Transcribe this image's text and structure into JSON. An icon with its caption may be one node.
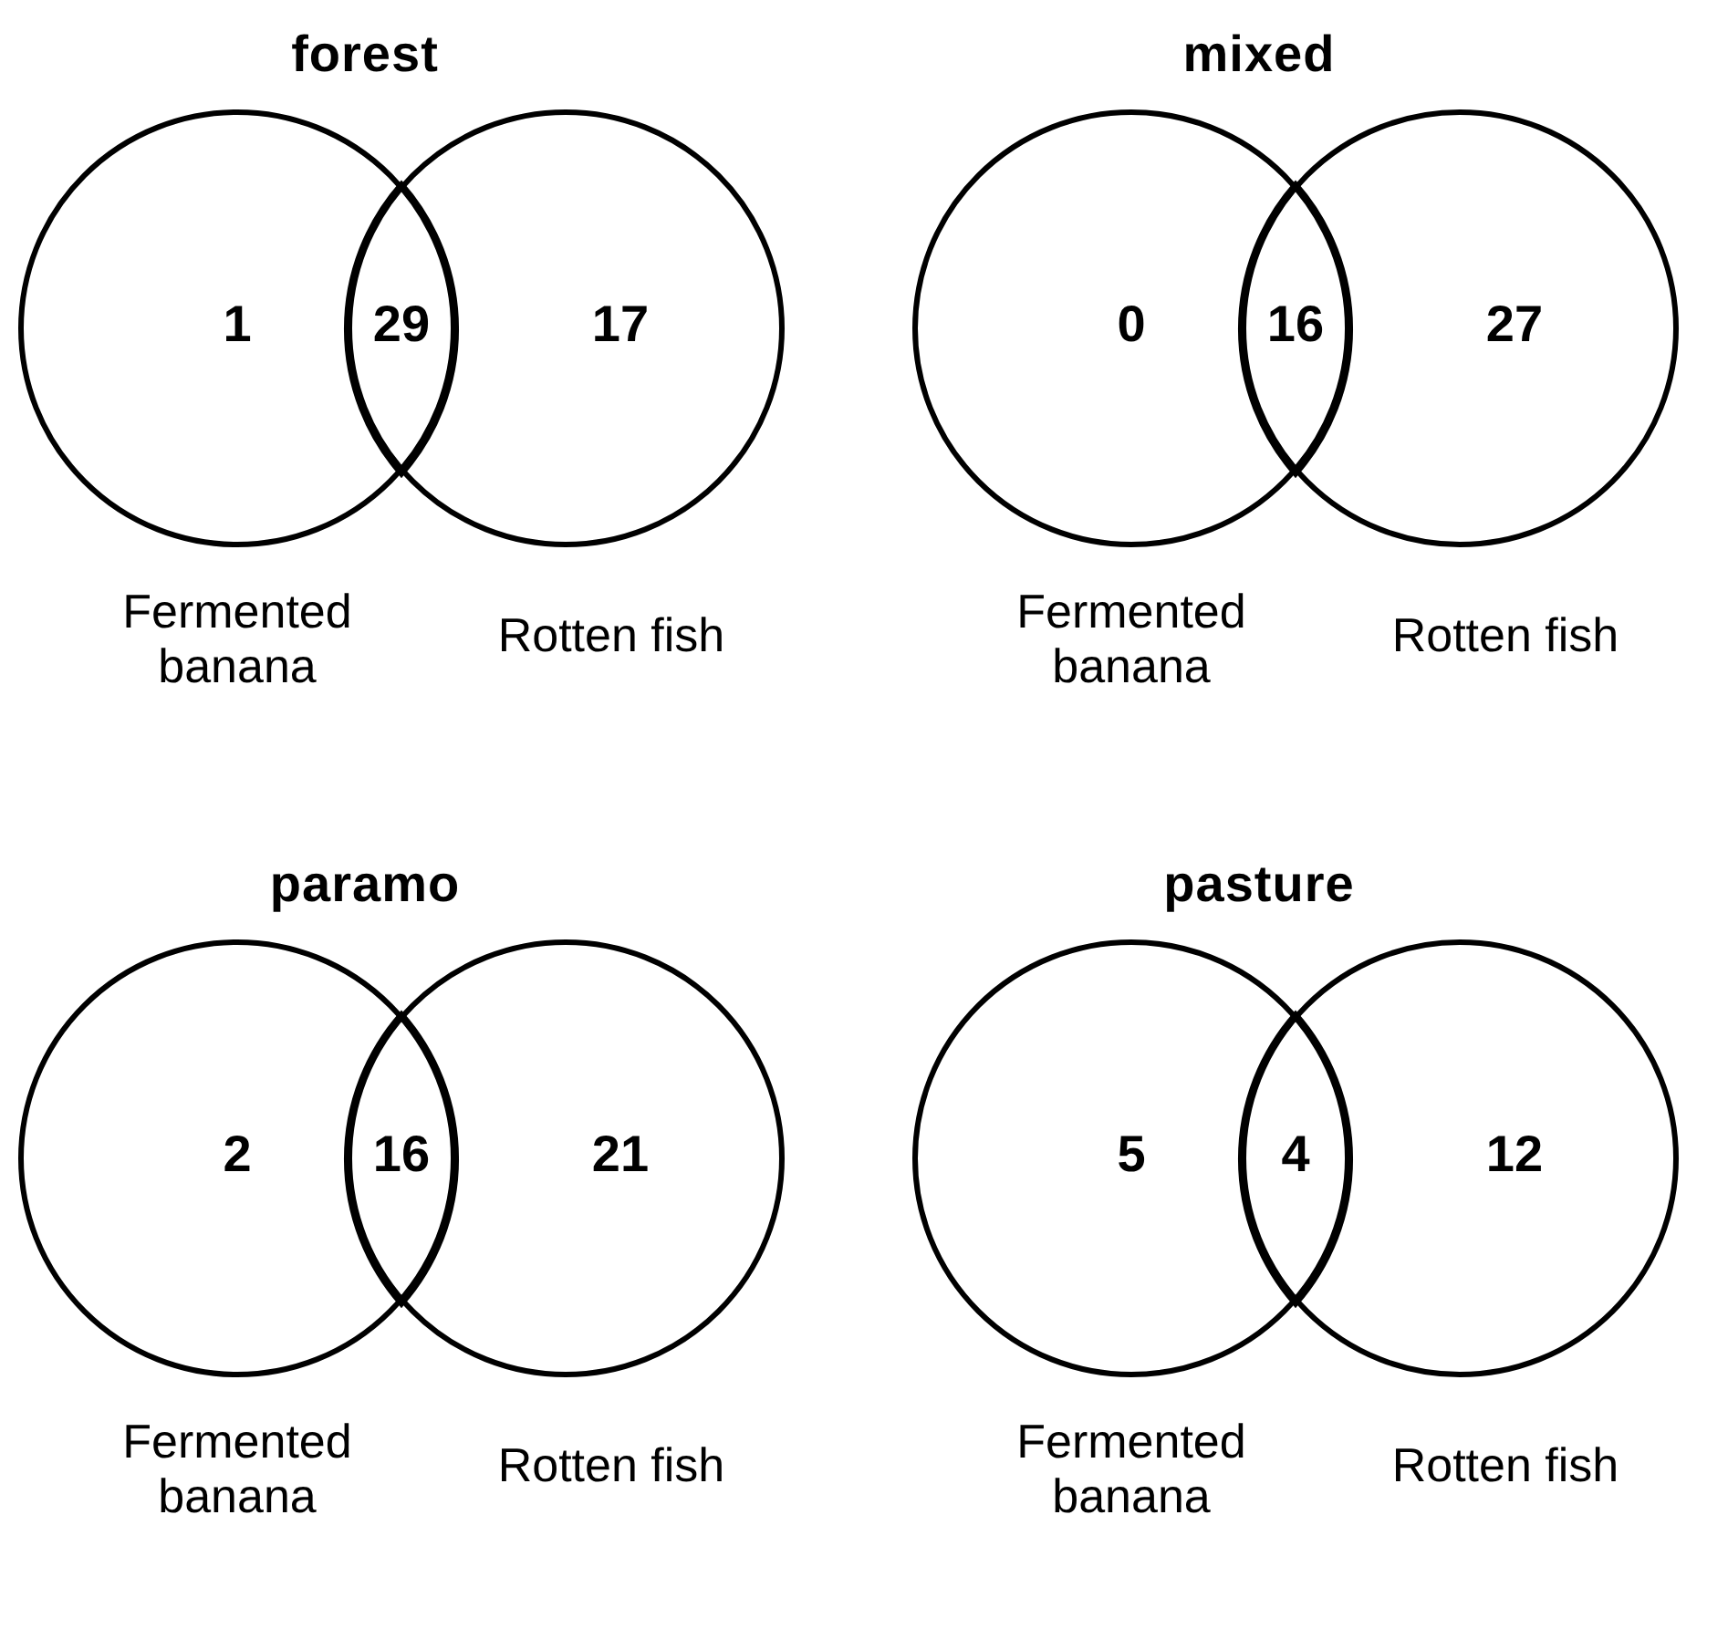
{
  "diagram": {
    "nodes": [
      {
        "text": [
          "forest"
        ]
      },
      {
        "text": [
          "1",
          "Fermented banana"
        ],
        "in": 0
      },
      {
        "text": [
          "29"
        ]
      },
      {
        "text": [
          "17",
          "Rotten fish"
        ],
        "in": 0
      },
      {
        "text": [
          "mixed"
        ]
      },
      {
        "text": [
          "0",
          "Fermented banana"
        ],
        "in": 4
      },
      {
        "text": [
          "16"
        ]
      },
      {
        "text": [
          "27",
          "Rotten fish"
        ],
        "in": 4
      },
      {
        "text": [
          "paramo"
        ]
      },
      {
        "text": [
          "2",
          "Fermented banana"
        ],
        "in": 8
      },
      {
        "text": [
          "16"
        ]
      },
      {
        "text": [
          "21",
          "Rotten fish"
        ],
        "in": 8
      },
      {
        "text": [
          "pasture"
        ]
      },
      {
        "text": [
          "5",
          "Fermented banana"
        ],
        "in": 12
      },
      {
        "text": [
          "4"
        ]
      },
      {
        "text": [
          "12",
          "Rotten fish"
        ],
        "in": 12
      }
    ]
  }
}
